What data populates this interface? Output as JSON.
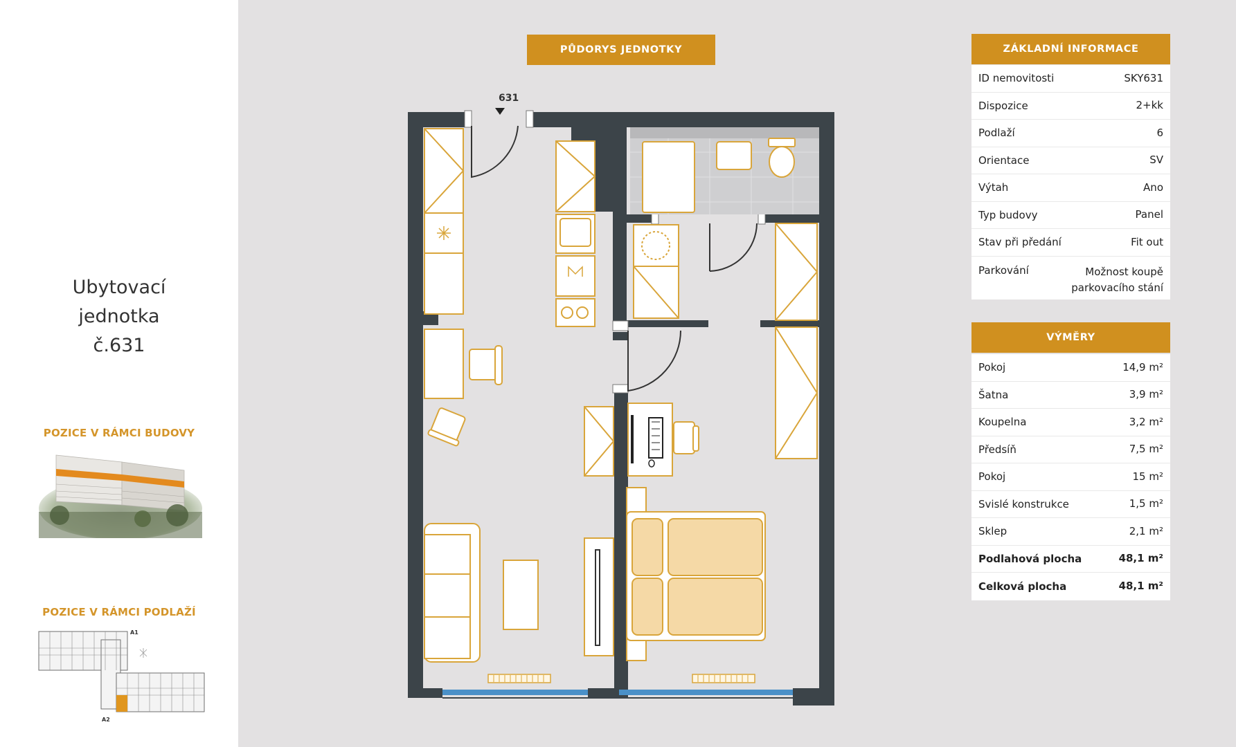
{
  "unit": {
    "title_lines": [
      "Ubytovací",
      "jednotka",
      "č.631"
    ]
  },
  "sections": {
    "building_position": "POZICE V RÁMCI BUDOVY",
    "floor_position": "POZICE V RÁMCI PODLAŽÍ",
    "floor_labels": {
      "a1": "A1",
      "a2": "A2"
    }
  },
  "plan": {
    "header": "PŮDORYS JEDNOTKY",
    "door_label": "631"
  },
  "basic_info": {
    "header": "ZÁKLADNÍ INFORMACE",
    "rows": [
      {
        "label": "ID nemovitosti",
        "value": "SKY631"
      },
      {
        "label": "Dispozice",
        "value": "2+kk"
      },
      {
        "label": "Podlaží",
        "value": "6"
      },
      {
        "label": "Orientace",
        "value": "SV"
      },
      {
        "label": "Výtah",
        "value": "Ano"
      },
      {
        "label": "Typ budovy",
        "value": "Panel"
      },
      {
        "label": "Stav při předání",
        "value": "Fit out"
      },
      {
        "label": "Parkování",
        "value": "Možnost koupě\nparkovacího stání"
      }
    ]
  },
  "areas": {
    "header": "VÝMĚRY",
    "rows": [
      {
        "label": "Pokoj",
        "value": "14,9 m²"
      },
      {
        "label": "Šatna",
        "value": "3,9 m²"
      },
      {
        "label": "Koupelna",
        "value": "3,2 m²"
      },
      {
        "label": "Předsíň",
        "value": "7,5 m²"
      },
      {
        "label": "Pokoj",
        "value": "15 m²"
      },
      {
        "label": "Svislé konstrukce",
        "value": "1,5 m²"
      },
      {
        "label": "Sklep",
        "value": "2,1 m²"
      },
      {
        "label": "Podlahová plocha",
        "value": "48,1 m²"
      },
      {
        "label": "Celková plocha",
        "value": "48,1 m²"
      }
    ]
  },
  "colors": {
    "gold": "#d0901f",
    "wall": "#3c4449",
    "floor": "#e6e4e7",
    "furniture_line": "#d9a53a"
  }
}
